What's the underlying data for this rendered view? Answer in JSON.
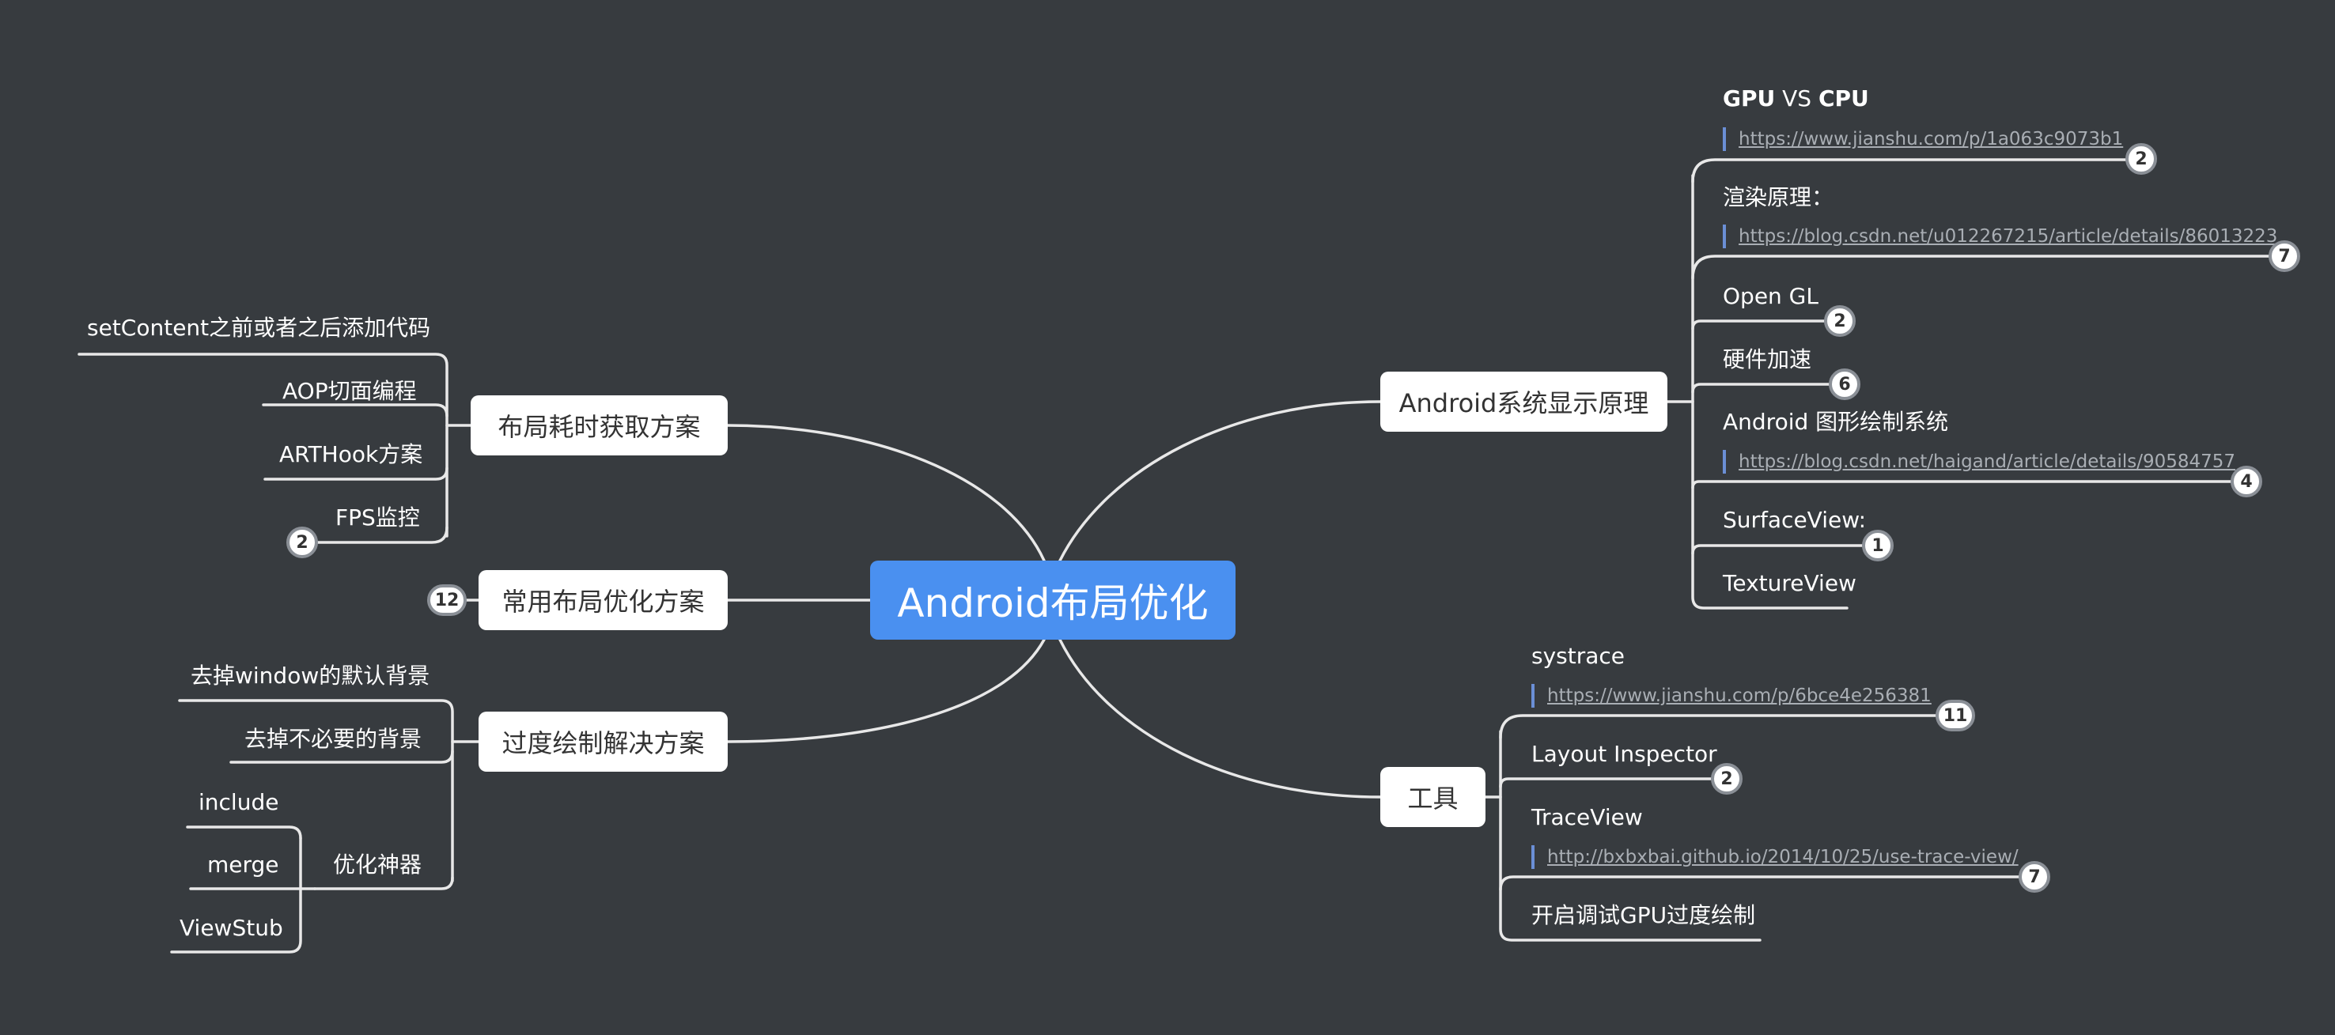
{
  "root": {
    "title": "Android布局优化"
  },
  "branches": {
    "display": {
      "title": "Android系统显示原理",
      "gpu_vs_cpu": {
        "part1": "GPU",
        "part2": " VS ",
        "part3": "CPU",
        "link": "https://www.jianshu.com/p/1a063c9073b1",
        "count": "2"
      },
      "render": {
        "label": "渲染原理：",
        "link": "https://blog.csdn.net/u012267215/article/details/86013223",
        "count": "7"
      },
      "opengl": {
        "label": "Open GL",
        "count": "2"
      },
      "hw_accel": {
        "label": "硬件加速",
        "count": "6"
      },
      "graphics": {
        "label": "Android 图形绘制系统",
        "link": "https://blog.csdn.net/haigand/article/details/90584757",
        "count": "4"
      },
      "surfaceview": {
        "label": "SurfaceView:",
        "count": "1"
      },
      "textureview": {
        "label": "TextureView"
      }
    },
    "tools": {
      "title": "工具",
      "systrace": {
        "label": "systrace",
        "link": "https://www.jianshu.com/p/6bce4e256381",
        "count": "11"
      },
      "layout_inspector": {
        "label": "Layout Inspector",
        "count": "2"
      },
      "traceview": {
        "label": "TraceView",
        "link": "http://bxbxbai.github.io/2014/10/25/use-trace-view/",
        "count": "7"
      },
      "gpu_overdraw": {
        "label": "开启调试GPU过度绘制"
      }
    },
    "layout_time": {
      "title": "布局耗时获取方案",
      "items": [
        "setContent之前或者之后添加代码",
        "AOP切面编程",
        "ARTHook方案",
        "FPS监控"
      ],
      "fps_count": "2"
    },
    "common": {
      "title": "常用布局优化方案",
      "count": "12"
    },
    "overdraw": {
      "title": "过度绘制解决方案",
      "items": [
        "去掉window的默认背景",
        "去掉不必要的背景",
        "优化神器"
      ],
      "tools": [
        "include",
        "merge",
        "ViewStub"
      ]
    }
  }
}
